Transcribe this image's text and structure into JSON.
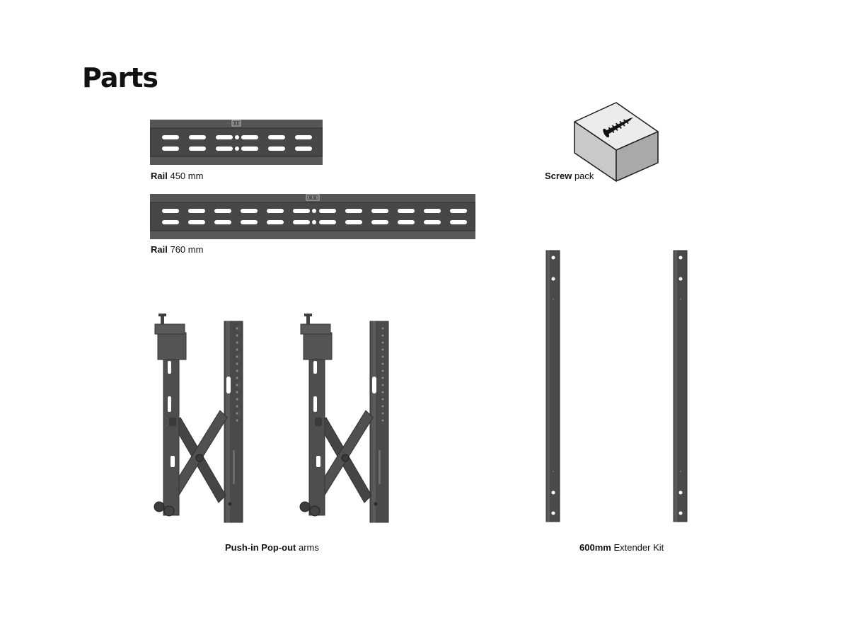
{
  "page": {
    "title": "Parts"
  },
  "parts": [
    {
      "id": "rail-450",
      "name": "Rail",
      "detail": "450 mm",
      "icon": "rail-icon"
    },
    {
      "id": "rail-760",
      "name": "Rail",
      "detail": "760 mm",
      "icon": "rail-icon"
    },
    {
      "id": "screw-pack",
      "name": "Screw",
      "detail": "pack",
      "icon": "screw-box-icon"
    },
    {
      "id": "arms",
      "name": "Push-in Pop-out",
      "detail": "arms",
      "icon": "pop-out-arm-icon"
    },
    {
      "id": "extender",
      "name": "600mm",
      "detail": "Extender Kit",
      "icon": "extender-bar-icon"
    }
  ],
  "colors": {
    "metal": "#4a4a4c",
    "metal_dark": "#3a3a3c",
    "metal_light": "#5c5c5e",
    "box_front": "#c9c9c9",
    "box_top": "#ececec",
    "box_side": "#a9a9a9"
  }
}
